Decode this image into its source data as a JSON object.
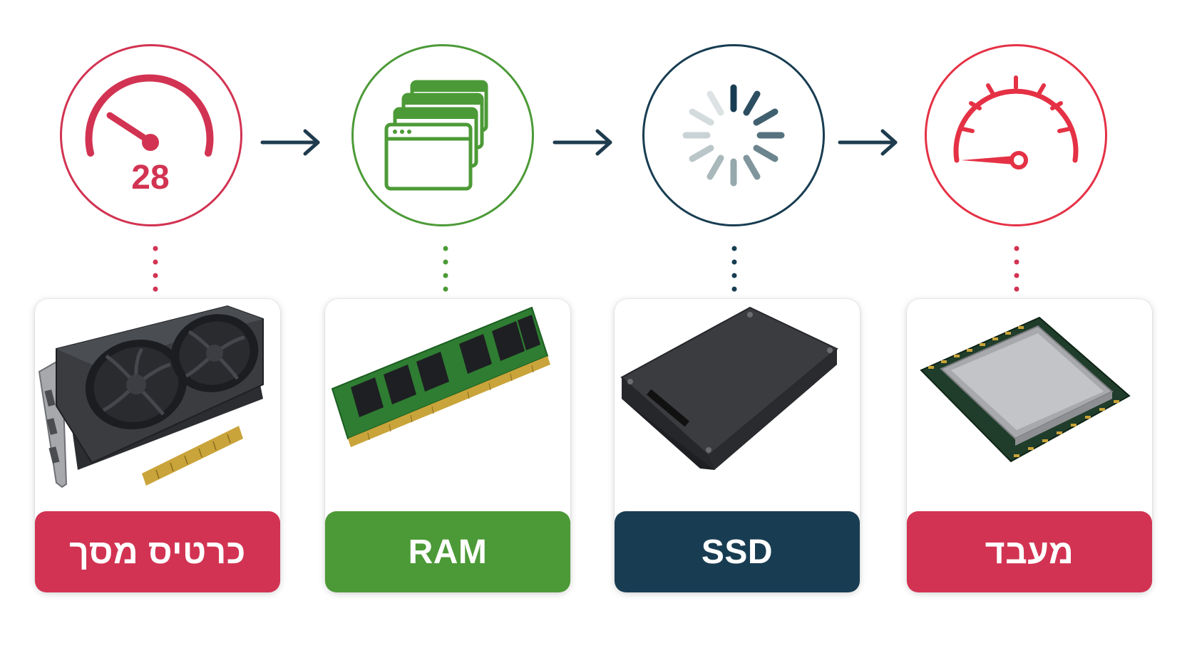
{
  "colors": {
    "crimson": "#D23352",
    "green": "#4C9A37",
    "navy": "#183D52",
    "red": "#E53145",
    "dots_crimson": "#D23352",
    "dots_green": "#4C9A37",
    "dots_navy": "#183D52"
  },
  "steps": [
    {
      "icon": "gauge-28-icon",
      "gauge_value": "28",
      "label": "כרטיס מסך",
      "component": "graphics-card"
    },
    {
      "icon": "stacked-windows-icon",
      "label": "RAM",
      "component": "ram-module"
    },
    {
      "icon": "loading-spinner-icon",
      "label": "SSD",
      "component": "ssd-drive"
    },
    {
      "icon": "speedometer-icon",
      "label": "מעבד",
      "component": "cpu-chip"
    }
  ]
}
